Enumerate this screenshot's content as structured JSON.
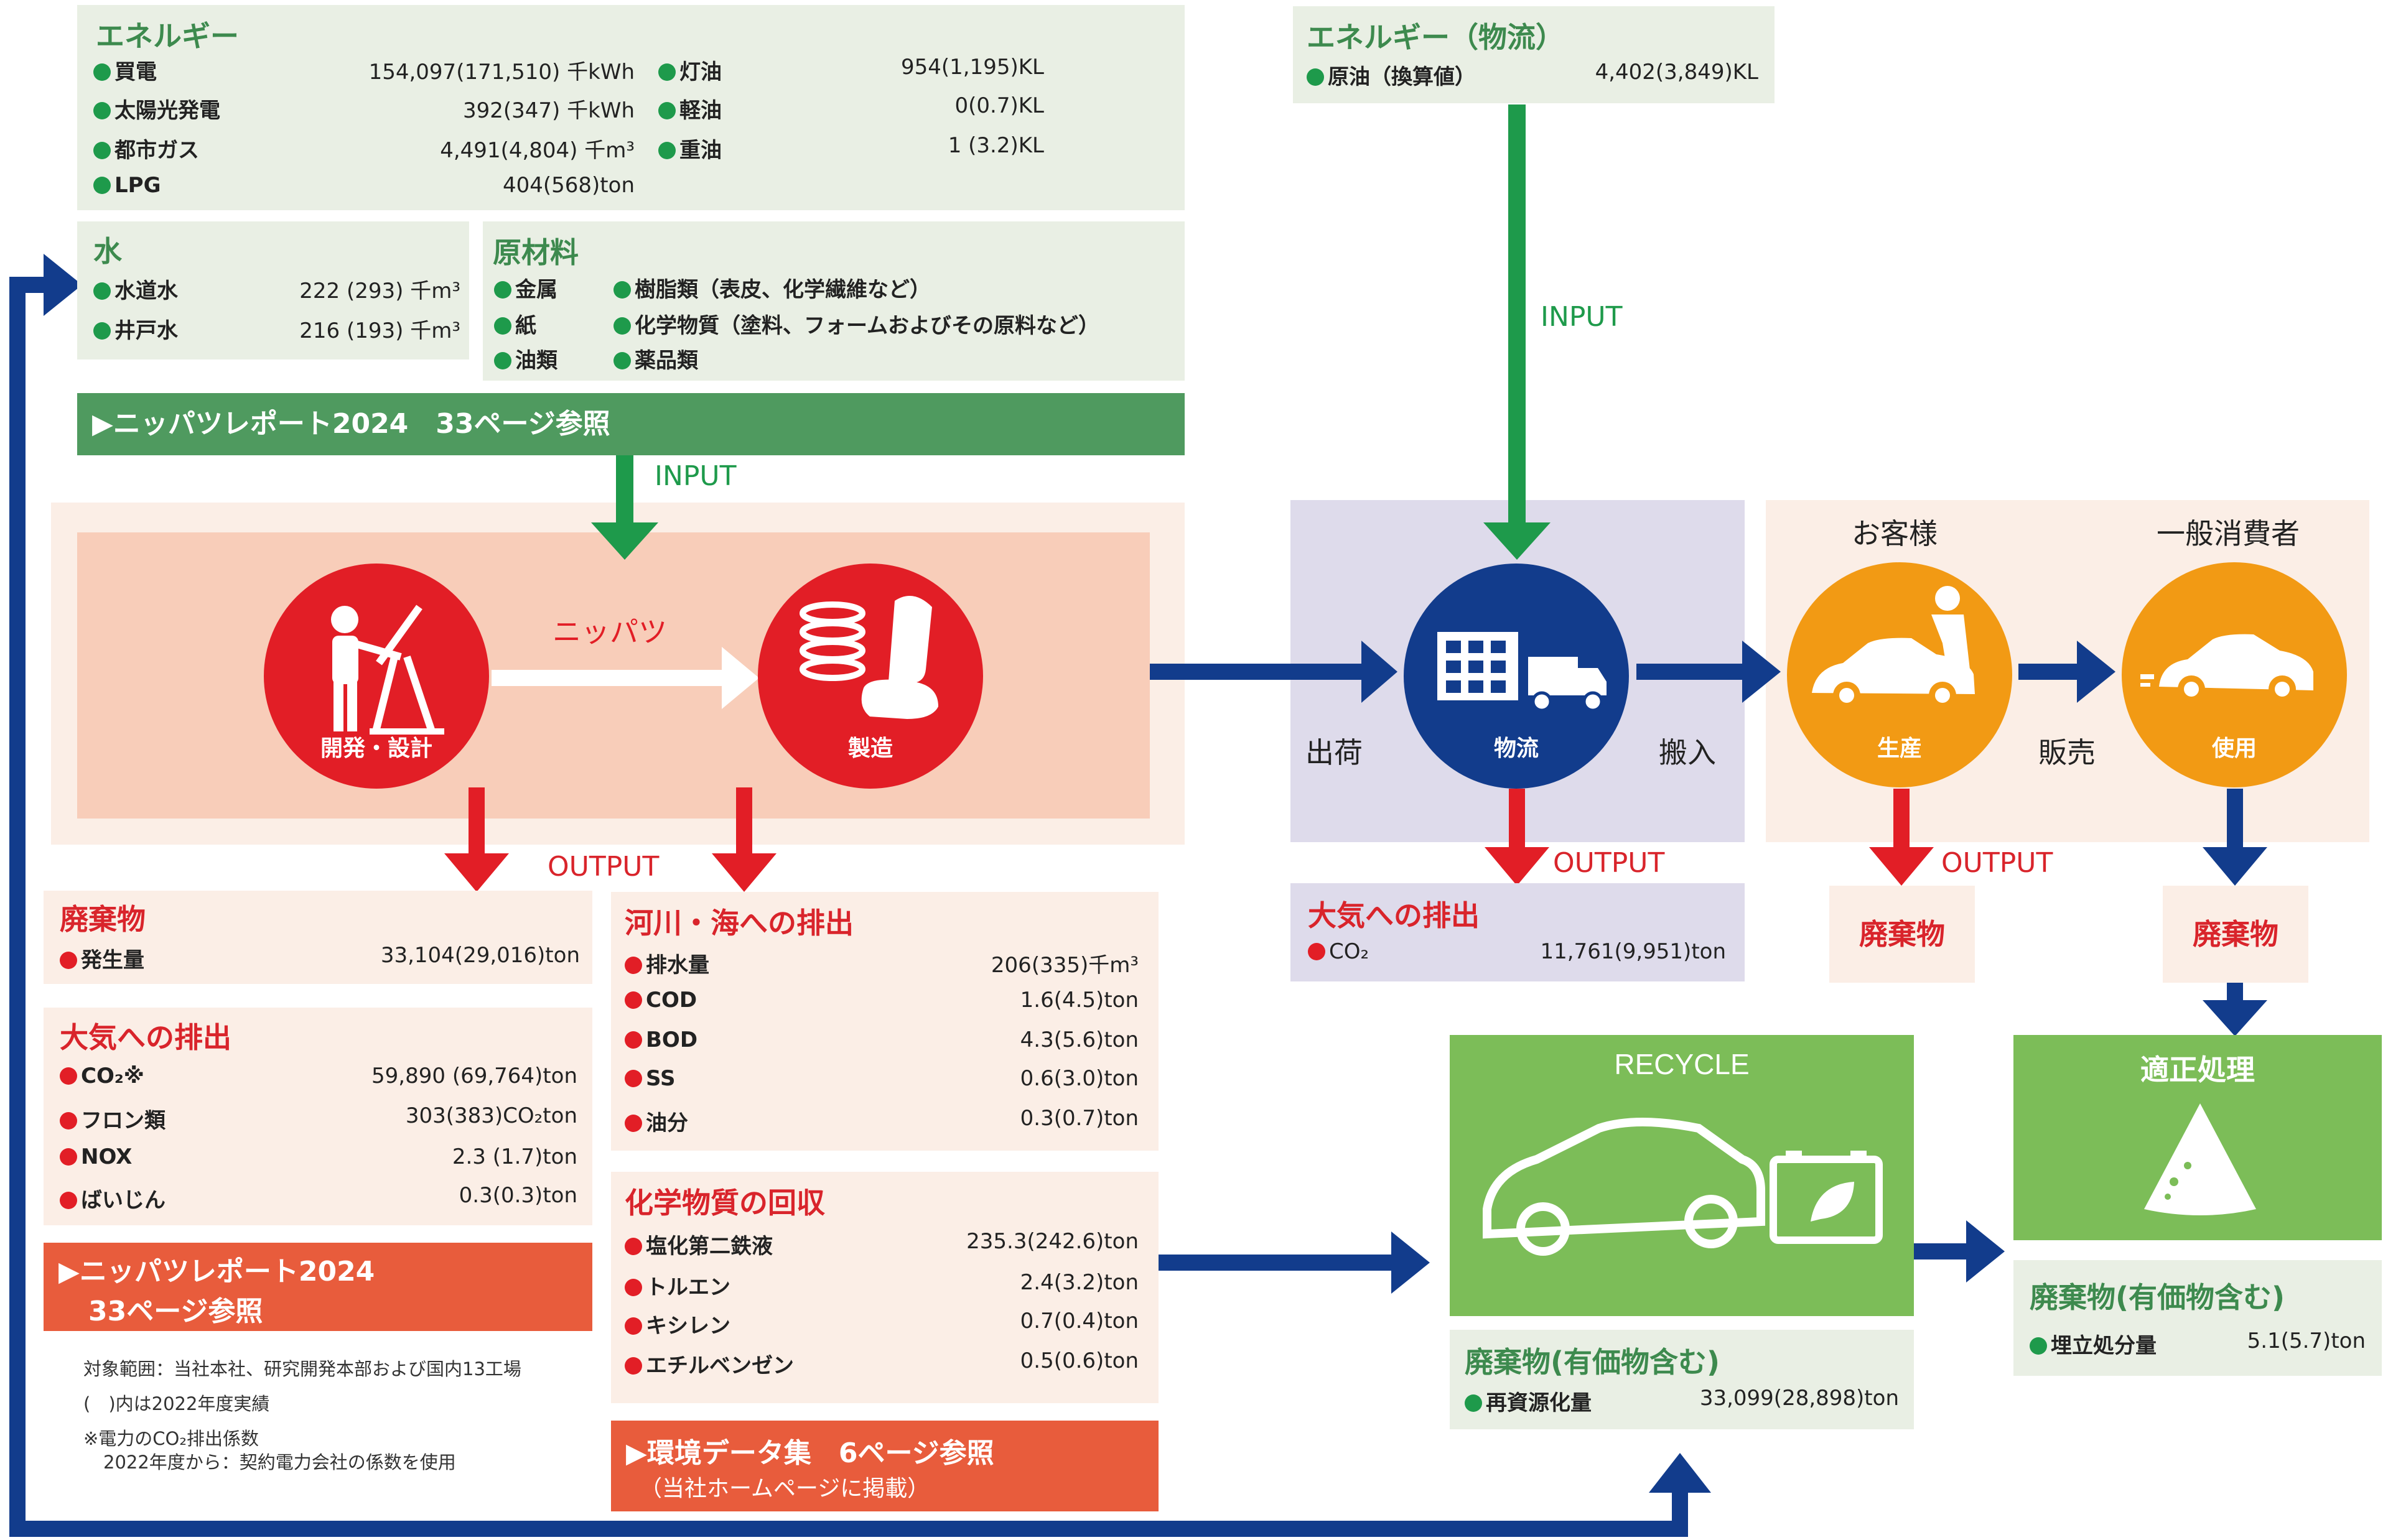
{
  "energy": {
    "title": "エネルギー",
    "items": [
      {
        "label": "買電",
        "value": "154,097(171,510)",
        "unit": "千kWh"
      },
      {
        "label": "太陽光発電",
        "value": "392(347)",
        "unit": "千kWh"
      },
      {
        "label": "都市ガス",
        "value": "4,491(4,804)",
        "unit": "千m³"
      },
      {
        "label": "LPG",
        "value": "404(568)ton",
        "unit": ""
      }
    ],
    "items2": [
      {
        "label": "灯油",
        "value": "954(1,195)KL"
      },
      {
        "label": "軽油",
        "value": "0(0.7)KL"
      },
      {
        "label": "重油",
        "value": "1 (3.2)KL"
      }
    ]
  },
  "water": {
    "title": "水",
    "items": [
      {
        "label": "水道水",
        "value": "222 (293)",
        "unit": "千m³"
      },
      {
        "label": "井戸水",
        "value": "216 (193)",
        "unit": "千m³"
      }
    ]
  },
  "materials": {
    "title": "原材料",
    "col1": [
      "金属",
      "紙",
      "油類"
    ],
    "col2": [
      "樹脂類（表皮、化学繊維など）",
      "化学物質（塗料、フォームおよびその原料など）",
      "薬品類"
    ]
  },
  "banner_report_top": "▶ニッパツレポート2024　33ページ参照",
  "input_label": "INPUT",
  "company": {
    "name": "ニッパツ",
    "dev_label": "開発・設計",
    "mfg_label": "製造"
  },
  "output_label": "OUTPUT",
  "waste_left": {
    "title": "廃棄物",
    "items": [
      {
        "label": "発生量",
        "value": "33,104(29,016)ton"
      }
    ]
  },
  "air_left": {
    "title": "大気への排出",
    "items": [
      {
        "label": "CO₂※",
        "value": "59,890 (69,764)ton"
      },
      {
        "label": "フロン類",
        "value": "303(383)CO₂ton"
      },
      {
        "label": "NOX",
        "value": "2.3 (1.7)ton"
      },
      {
        "label": "ばいじん",
        "value": "0.3(0.3)ton"
      }
    ]
  },
  "banner_report_left": {
    "line1": "▶ニッパツレポート2024",
    "line2": "33ページ参照"
  },
  "notes": [
    "対象範囲：当社本社、研究開発本部および国内13工場",
    "(　)内は2022年度実績",
    "※電力のCO₂排出係数",
    "2022年度から：契約電力会社の係数を使用"
  ],
  "river": {
    "title": "河川・海への排出",
    "items": [
      {
        "label": "排水量",
        "value": "206(335)千m³"
      },
      {
        "label": "COD",
        "value": "1.6(4.5)ton"
      },
      {
        "label": "BOD",
        "value": "4.3(5.6)ton"
      },
      {
        "label": "SS",
        "value": "0.6(3.0)ton"
      },
      {
        "label": "油分",
        "value": "0.3(0.7)ton"
      }
    ]
  },
  "chem": {
    "title": "化学物質の回収",
    "items": [
      {
        "label": "塩化第二鉄液",
        "value": "235.3(242.6)ton"
      },
      {
        "label": "トルエン",
        "value": "2.4(3.2)ton"
      },
      {
        "label": "キシレン",
        "value": "0.7(0.4)ton"
      },
      {
        "label": "エチルベンゼン",
        "value": "0.5(0.6)ton"
      }
    ]
  },
  "banner_env": {
    "line1": "▶環境データ集　6ページ参照",
    "line2": "（当社ホームページに掲載）"
  },
  "logistics_energy": {
    "title": "エネルギー（物流）",
    "items": [
      {
        "label": "原油（換算値）",
        "value": "4,402(3,849)KL"
      }
    ]
  },
  "logistics": {
    "label": "物流",
    "ship_label": "出荷",
    "delivery_label": "搬入"
  },
  "air_logistics": {
    "title": "大気への排出",
    "items": [
      {
        "label": "CO₂",
        "value": "11,761(9,951)ton"
      }
    ]
  },
  "customer": {
    "title": "お客様",
    "label": "生産",
    "sale_label": "販売"
  },
  "consumer": {
    "title": "一般消費者",
    "label": "使用"
  },
  "waste_small_1": "廃棄物",
  "waste_small_2": "廃棄物",
  "recycle": {
    "title": "RECYCLE",
    "box_title": "廃棄物(有価物含む)",
    "items": [
      {
        "label": "再資源化量",
        "value": "33,099(28,898)ton"
      }
    ]
  },
  "disposal": {
    "title": "適正処理",
    "box_title": "廃棄物(有価物含む)",
    "items": [
      {
        "label": "埋立処分量",
        "value": "5.1(5.7)ton"
      }
    ]
  },
  "colors": {
    "green": "#1e9a4b",
    "red": "#e21e26",
    "navy": "#123c8c",
    "orange": "#f29a14",
    "recycle_green": "#7cbd58"
  }
}
